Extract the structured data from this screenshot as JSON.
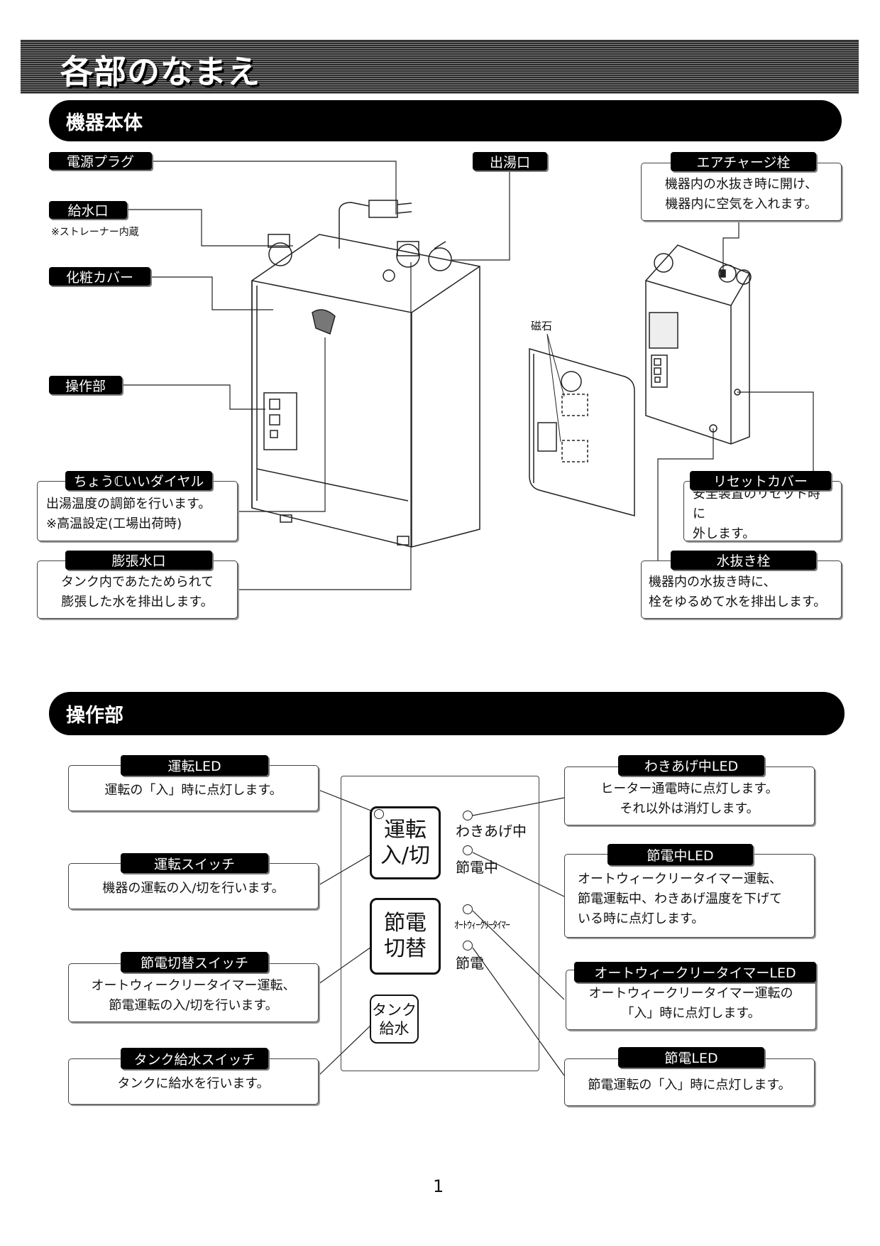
{
  "page_title": "各部のなまえ",
  "section_body": {
    "title": "機器本体",
    "labels": {
      "power_plug": "電源プラグ",
      "water_inlet": "給水口",
      "water_inlet_note": "※ストレーナー内蔵",
      "cosmetic_cover": "化粧カバー",
      "control_unit": "操作部",
      "hot_water_outlet": "出湯口",
      "magnet": "磁石"
    },
    "callouts": {
      "dial": {
        "label": "ちょうℂいいダイヤル",
        "lines": [
          "出湯温度の調節を行います。",
          "※高温設定(工場出荷時)"
        ]
      },
      "expansion": {
        "label": "膨張水口",
        "lines": [
          "タンク内であたためられて",
          "膨張した水を排出します。"
        ]
      },
      "air_charge": {
        "label": "エアチャージ栓",
        "lines": [
          "機器内の水抜き時に開け、",
          "機器内に空気を入れます。"
        ]
      },
      "reset_cover": {
        "label": "リセットカバー",
        "lines": [
          "安全装置のリセット時に",
          "外します。"
        ]
      },
      "drain": {
        "label": "水抜き栓",
        "lines": [
          "機器内の水抜き時に、",
          "栓をゆるめて水を排出します。"
        ]
      }
    }
  },
  "section_controls": {
    "title": "操作部",
    "panel": {
      "run_button": [
        "運転",
        "入/切"
      ],
      "save_button": [
        "節電",
        "切替"
      ],
      "tank_button": [
        "タンク",
        "給水"
      ],
      "led_labels": {
        "heating": "わきあげ中",
        "saving_active": "節電中",
        "weekly_timer": "ｵｰﾄｳｨｰｸﾘｰﾀｲﾏｰ",
        "saving": "節電"
      }
    },
    "callouts": {
      "run_led": {
        "label": "運転LED",
        "lines": [
          "運転の「入」時に点灯します。"
        ]
      },
      "run_switch": {
        "label": "運転スイッチ",
        "lines": [
          "機器の運転の入/切を行います。"
        ]
      },
      "save_switch": {
        "label": "節電切替スイッチ",
        "lines": [
          "オートウィークリータイマー運転、",
          "節電運転の入/切を行います。"
        ]
      },
      "tank_switch": {
        "label": "タンク給水スイッチ",
        "lines": [
          "タンクに給水を行います。"
        ]
      },
      "heating_led": {
        "label": "わきあげ中LED",
        "lines": [
          "ヒーター通電時に点灯します。",
          "それ以外は消灯します。"
        ]
      },
      "saving_active_led": {
        "label": "節電中LED",
        "lines": [
          "オートウィークリータイマー運転、",
          "節電運転中、わきあげ温度を下げて",
          "いる時に点灯します。"
        ]
      },
      "weekly_timer_led": {
        "label": "オートウィークリータイマーLED",
        "lines": [
          "オートウィークリータイマー運転の",
          "「入」時に点灯します。"
        ]
      },
      "saving_led": {
        "label": "節電LED",
        "lines": [
          "節電運転の「入」時に点灯します。"
        ]
      }
    }
  },
  "page_number": "1"
}
